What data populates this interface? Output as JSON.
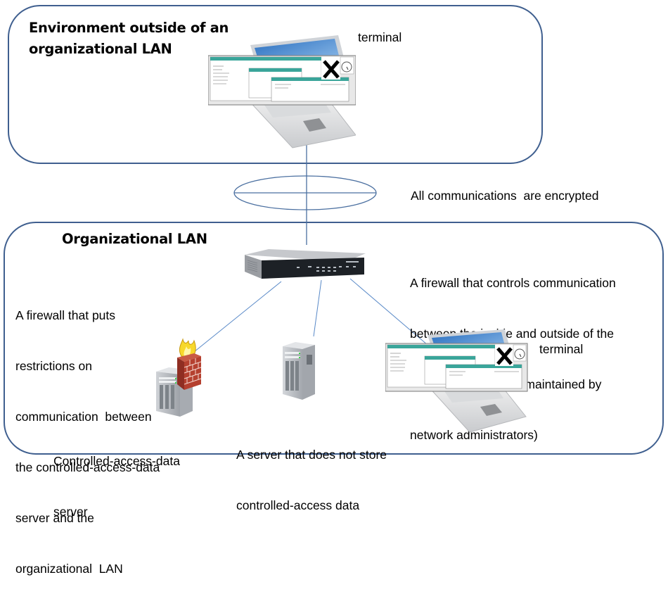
{
  "zones": {
    "outside": {
      "title_lines": [
        "Environment outside of an",
        "organizational LAN"
      ]
    },
    "lan": {
      "title": "Organizational LAN"
    }
  },
  "labels": {
    "terminal_outside": "terminal",
    "terminal_inside": "terminal",
    "encryption": "All communications  are encrypted",
    "perimeter_firewall": [
      "A firewall that controls communication",
      "between the inside and outside of the",
      "organizational LAN  (maintained by",
      "network administrators)"
    ],
    "server_firewall": [
      "A firewall that puts",
      "restrictions on",
      "communication  between",
      "the controlled-access-data",
      "server and the",
      "organizational  LAN"
    ],
    "controlled_server": [
      "Controlled-access-data",
      "server"
    ],
    "plain_server": [
      "A server that does not store",
      "controlled-access data"
    ]
  },
  "devices": {
    "laptop_outside": {
      "icon": "laptop-terminal-icon"
    },
    "perimeter_firewall": {
      "icon": "firewall-appliance-icon"
    },
    "controlled_server": {
      "icon": "server-with-firewall-icon"
    },
    "plain_server": {
      "icon": "server-tower-icon"
    },
    "laptop_inside": {
      "icon": "laptop-terminal-icon"
    }
  },
  "colors": {
    "zone_border": "#3f5f8f",
    "connector": "#4a7ab5",
    "terminal_titlebar": "#3aa59a"
  }
}
